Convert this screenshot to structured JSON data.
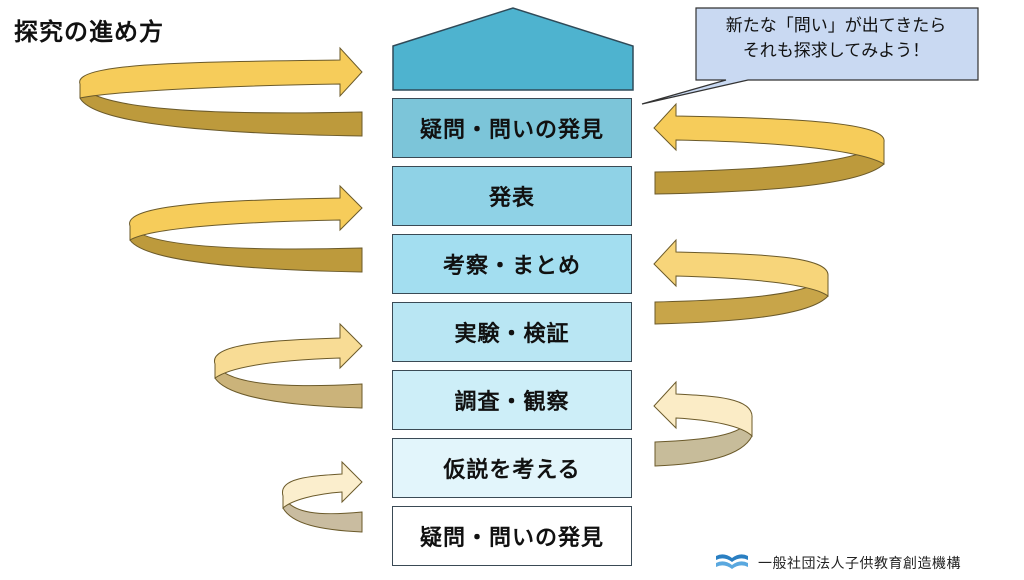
{
  "title": "探究の進め方",
  "steps": [
    {
      "label": "疑問・問いの発見",
      "color": "#7cc5d9"
    },
    {
      "label": "発表",
      "color": "#8fd2e6"
    },
    {
      "label": "考察・まとめ",
      "color": "#a3def0"
    },
    {
      "label": "実験・検証",
      "color": "#b9e6f3"
    },
    {
      "label": "調査・観察",
      "color": "#cdeef8"
    },
    {
      "label": "仮説を考える",
      "color": "#e2f5fb"
    },
    {
      "label": "疑問・問いの発見",
      "color": "#ffffff"
    }
  ],
  "callout": {
    "line1": "新たな「問い」が出てきたら",
    "line2": "それも探求してみよう！"
  },
  "organization": "一般社団法人子供教育創造機構",
  "colors": {
    "roof": "#4eb3cf",
    "callout_bg": "#c9d9f2",
    "arrow_front": "#f6cc5a",
    "arrow_back": "#bd9a3c"
  },
  "icons": [
    "house-roof",
    "spiral-arrow",
    "logo-book-icon"
  ]
}
